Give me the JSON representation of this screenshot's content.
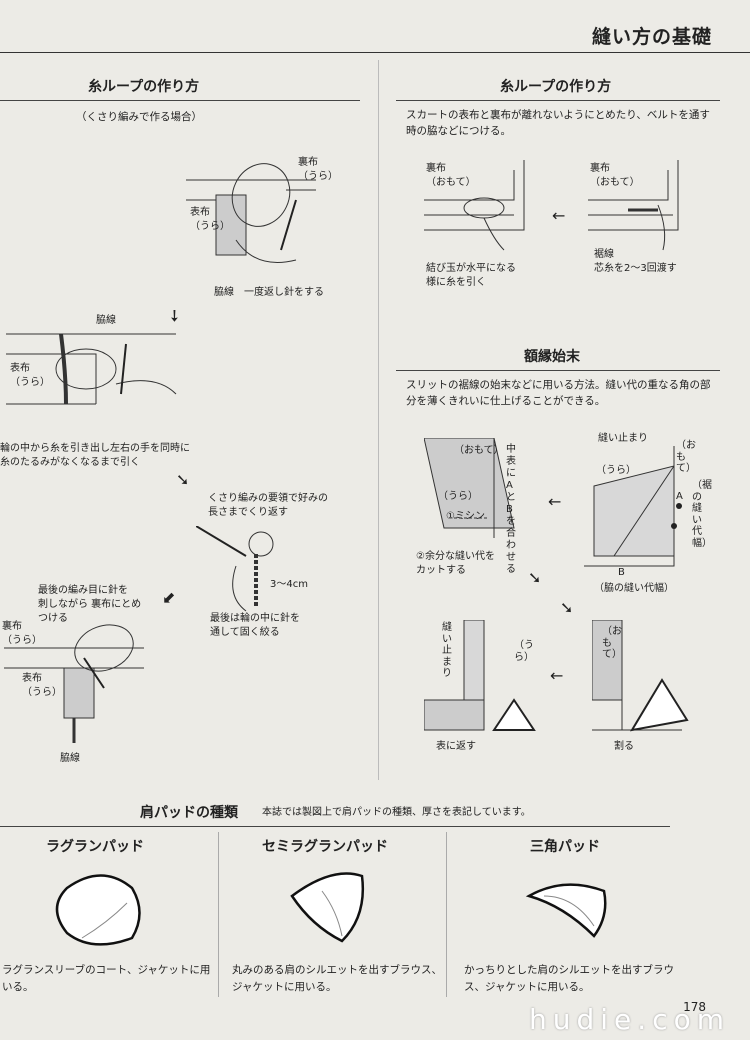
{
  "header": {
    "title": "縫い方の基礎"
  },
  "left_section": {
    "title": "糸ループの作り方",
    "subtitle": "（くさり編みで作る場合）",
    "step1": {
      "label_back": "裏布\n（うら）",
      "label_front": "表布\n（うら）",
      "caption": "脇線　一度返し針をする"
    },
    "step2": {
      "label_line": "脇線",
      "label_front": "表布\n（うら）",
      "caption": "輪の中から糸を引き出し左右の手を同時に\n糸のたるみがなくなるまで引く"
    },
    "step3": {
      "caption_top": "くさり編みの要領で好みの\n長さまでくり返す",
      "length": "3～4cm",
      "caption_bottom": "最後は輪の中に針を\n通して固く絞る"
    },
    "step4": {
      "caption": "最後の編み目に針を\n刺しながら 裏布にとめ\nつける",
      "label_back": "裏布\n（うら）",
      "label_front": "表布\n（うら）",
      "label_line": "脇線"
    }
  },
  "right_section": {
    "title": "糸ループの作り方",
    "desc": "スカートの表布と裏布が離れないようにとめたり、ベルトを通す時の脇などにつける。",
    "fig_a": {
      "label": "裏布\n（おもて）",
      "caption": "結び玉が水平になる\n様に糸を引く"
    },
    "fig_b": {
      "label": "裏布\n（おもて）",
      "caption": "裾線\n芯糸を2～3回渡す"
    },
    "miter_title": "額縁始末",
    "miter_desc": "スリットの裾線の始末などに用いる方法。縫い代の重なる角の部分を薄くきれいに仕上げることができる。",
    "m1": {
      "omote": "（おもて）",
      "ura": "（うら）",
      "vertical": "中表にAとBを合わせる",
      "machine": "①ミシン",
      "cut": "②余分な縫い代を\nカットする"
    },
    "m2": {
      "stop": "縫い止まり",
      "omote": "（おもて）",
      "ura": "（うら）",
      "hem": "（裾の縫い代幅）",
      "A": "A",
      "B": "B",
      "side": "（脇の縫い代幅）"
    },
    "m3": {
      "stop": "縫い止まり",
      "ura": "（うら）",
      "caption": "表に返す"
    },
    "m4": {
      "omote": "（おもて）",
      "caption": "割る"
    }
  },
  "shoulder": {
    "title": "肩パッドの種類",
    "note": "本誌では製図上で肩パッドの種類、厚さを表記しています。",
    "pads": [
      {
        "name": "ラグランパッド",
        "desc": "ラグランスリーブのコート、ジャケットに用いる。"
      },
      {
        "name": "セミラグランパッド",
        "desc": "丸みのある肩のシルエットを出すブラウス、ジャケットに用いる。"
      },
      {
        "name": "三角パッド",
        "desc": "かっちりとした肩のシルエットを出すブラウス、ジャケットに用いる。"
      }
    ]
  },
  "footer": {
    "page": "178",
    "watermark": "hudie.com"
  }
}
